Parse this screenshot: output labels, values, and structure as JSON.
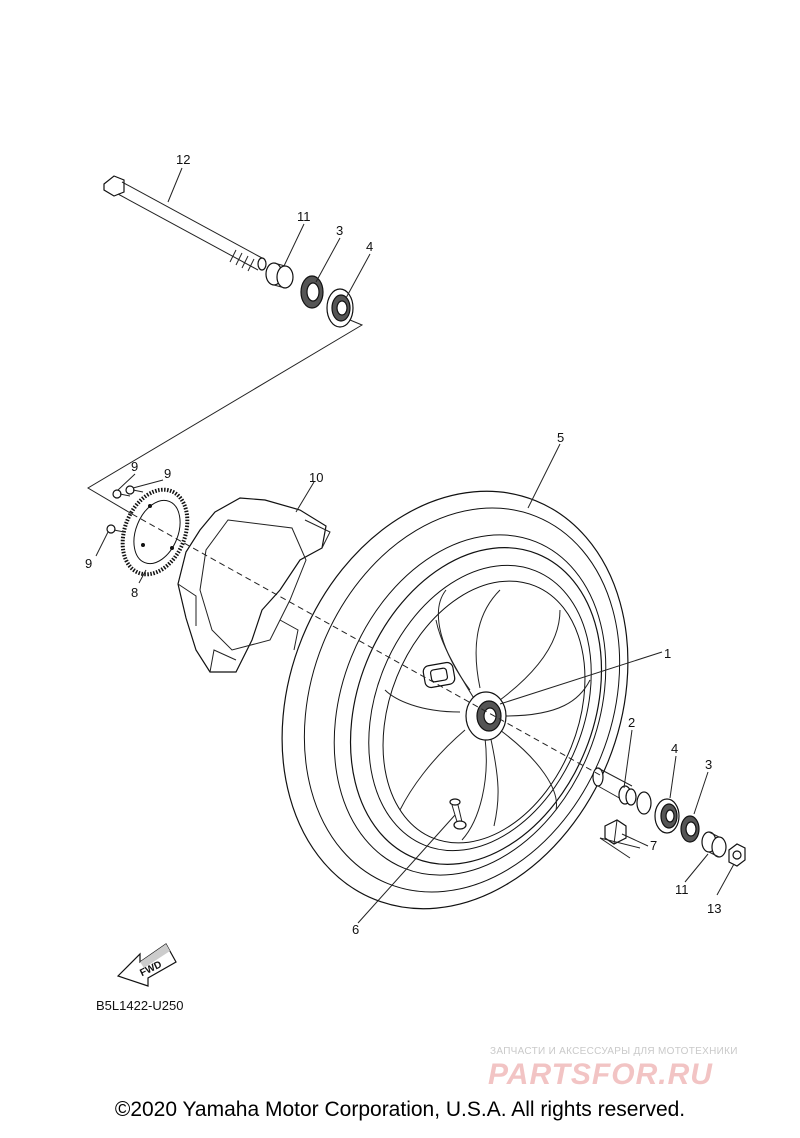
{
  "diagram": {
    "callouts": {
      "c1": "1",
      "c2": "2",
      "c3a": "3",
      "c3b": "3",
      "c4a": "4",
      "c4b": "4",
      "c5": "5",
      "c6": "6",
      "c7": "7",
      "c8": "8",
      "c9a": "9",
      "c9b": "9",
      "c9c": "9",
      "c10": "10",
      "c11a": "11",
      "c11b": "11",
      "c12": "12",
      "c13": "13"
    },
    "fwd_label": "FWD",
    "diagram_code": "B5L1422-U250"
  },
  "watermark": {
    "tagline": "ЗАПЧАСТИ И АКСЕССУАРЫ ДЛЯ МОТОТЕХНИКИ",
    "logo": "PARTSFOR.RU"
  },
  "footer": {
    "copyright": "©2020 Yamaha Motor Corporation, U.S.A. All rights reserved."
  }
}
